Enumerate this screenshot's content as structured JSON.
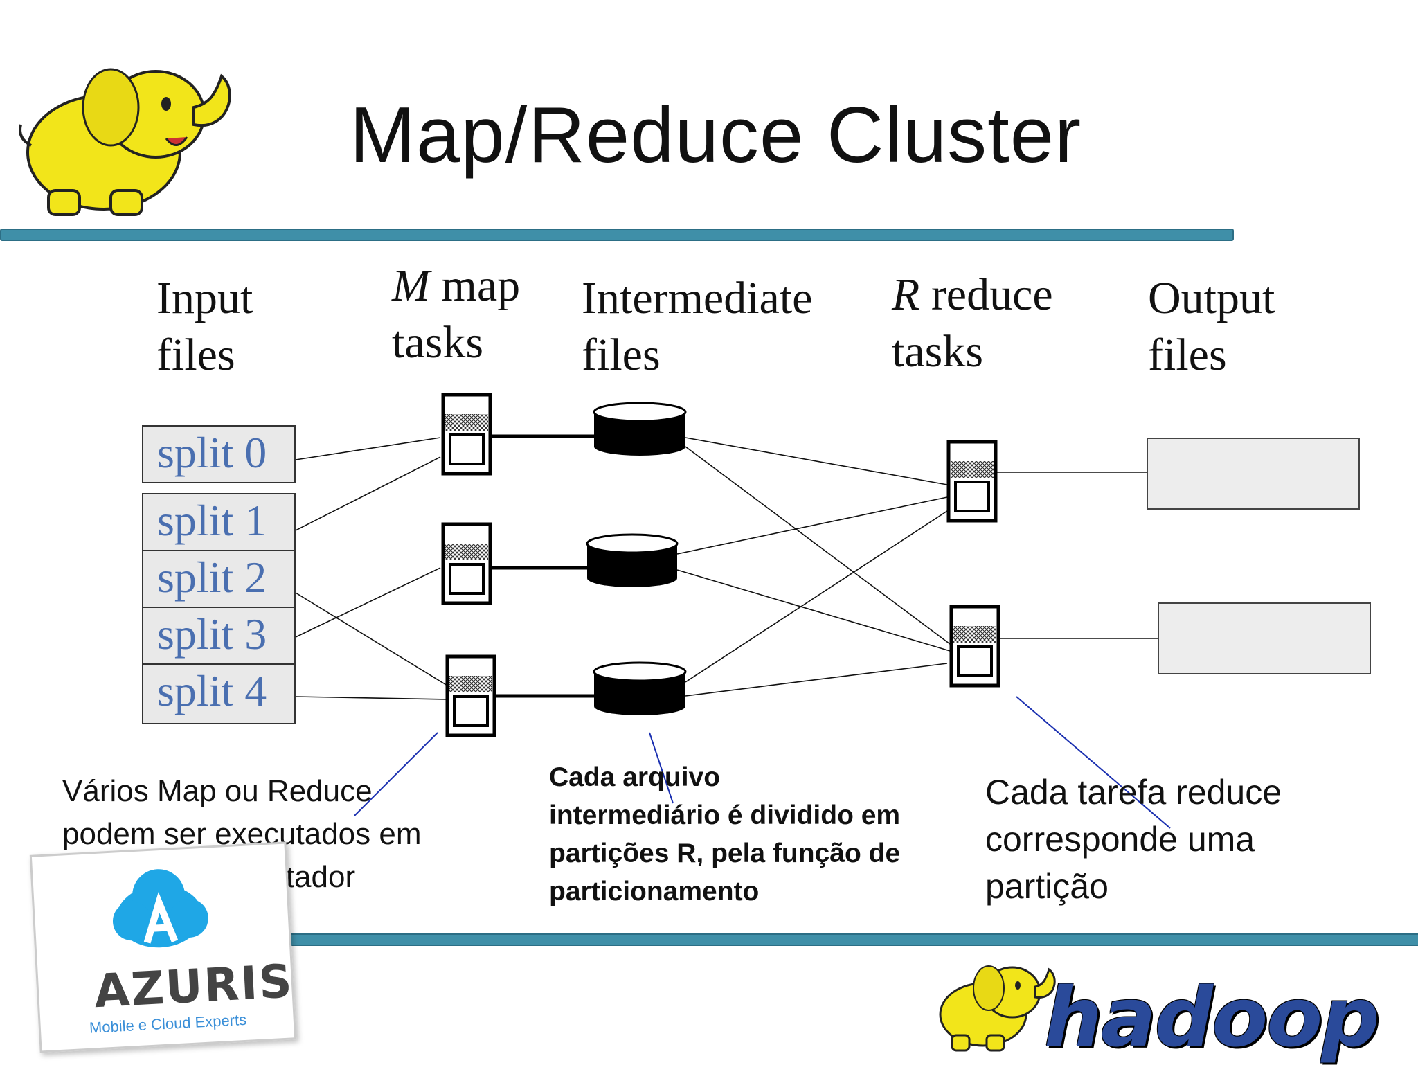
{
  "title": "Map/Reduce Cluster",
  "columns": {
    "input": [
      "Input",
      "files"
    ],
    "map": {
      "italic": "M",
      "rest": " map",
      "line2": "tasks"
    },
    "intermediate": [
      "Intermediate",
      "files"
    ],
    "reduce": {
      "italic": "R",
      "rest": " reduce",
      "line2": "tasks"
    },
    "output": [
      "Output",
      "files"
    ]
  },
  "splits": [
    "split 0",
    "split 1",
    "split 2",
    "split 3",
    "split 4"
  ],
  "notes": {
    "left": [
      "Vários Map ou Reduce",
      "podem ser executados em",
      "um único computador"
    ],
    "middle": [
      "Cada arquivo",
      "intermediário é dividido em",
      "partições R, pela função de",
      "particionamento"
    ],
    "right": [
      "Cada tarefa reduce",
      "corresponde  uma",
      "partição"
    ]
  },
  "logos": {
    "azuris_name": "AZURIS",
    "azuris_tagline": "Mobile e Cloud Experts",
    "hadoop_word": "hadoop"
  },
  "colors": {
    "rule": "#3f8fa8",
    "split_text": "#4a6fb0",
    "elephant": "#f2e51a",
    "annotation_line": "#1a2fb0"
  }
}
